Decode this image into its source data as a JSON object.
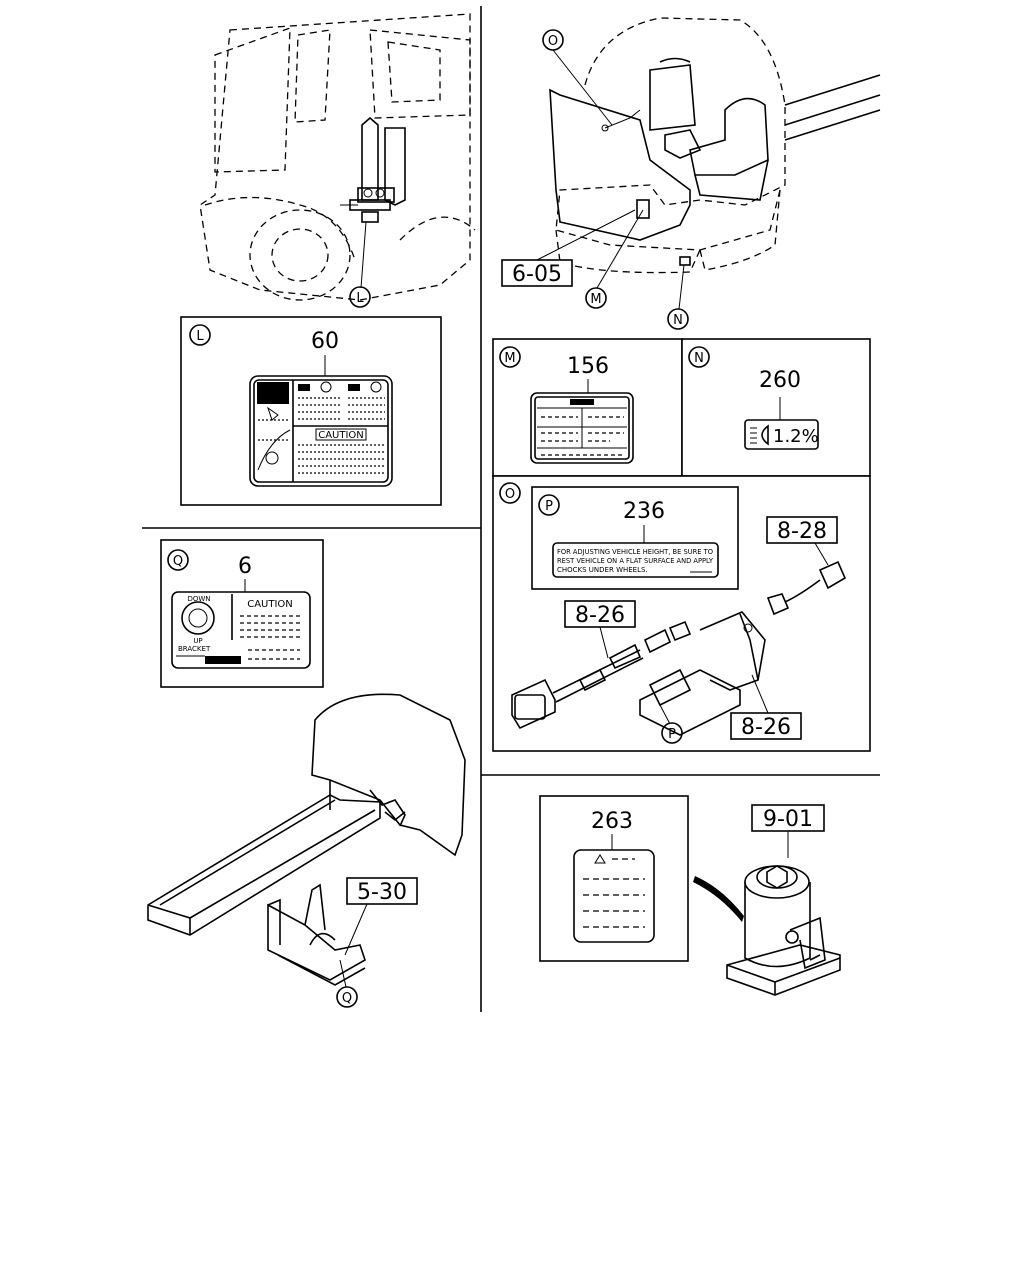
{
  "callouts": {
    "L": "L",
    "M": "M",
    "N": "N",
    "O": "O",
    "P": "P",
    "Q": "Q"
  },
  "part_numbers": {
    "p60": "60",
    "p156": "156",
    "p260": "260",
    "p236": "236",
    "p6": "6",
    "p263": "263"
  },
  "references": {
    "r605": "6-05",
    "r828": "8-28",
    "r826a": "8-26",
    "r826b": "8-26",
    "r530": "5-30",
    "r901": "9-01"
  },
  "label_texts": {
    "caution_60": "CAUTION",
    "headlamp_pct": "1.2%",
    "caution_6": "CAUTION",
    "down": "DOWN",
    "up": "UP",
    "bracket": "BRACKET",
    "label_236_line1": "FOR ADJUSTING VEHICLE HEIGHT, BE SURE TO",
    "label_236_line2": "REST VEHICLE ON A FLAT SURFACE AND APPLY",
    "label_236_line3": "CHOCKS UNDER WHEELS."
  }
}
